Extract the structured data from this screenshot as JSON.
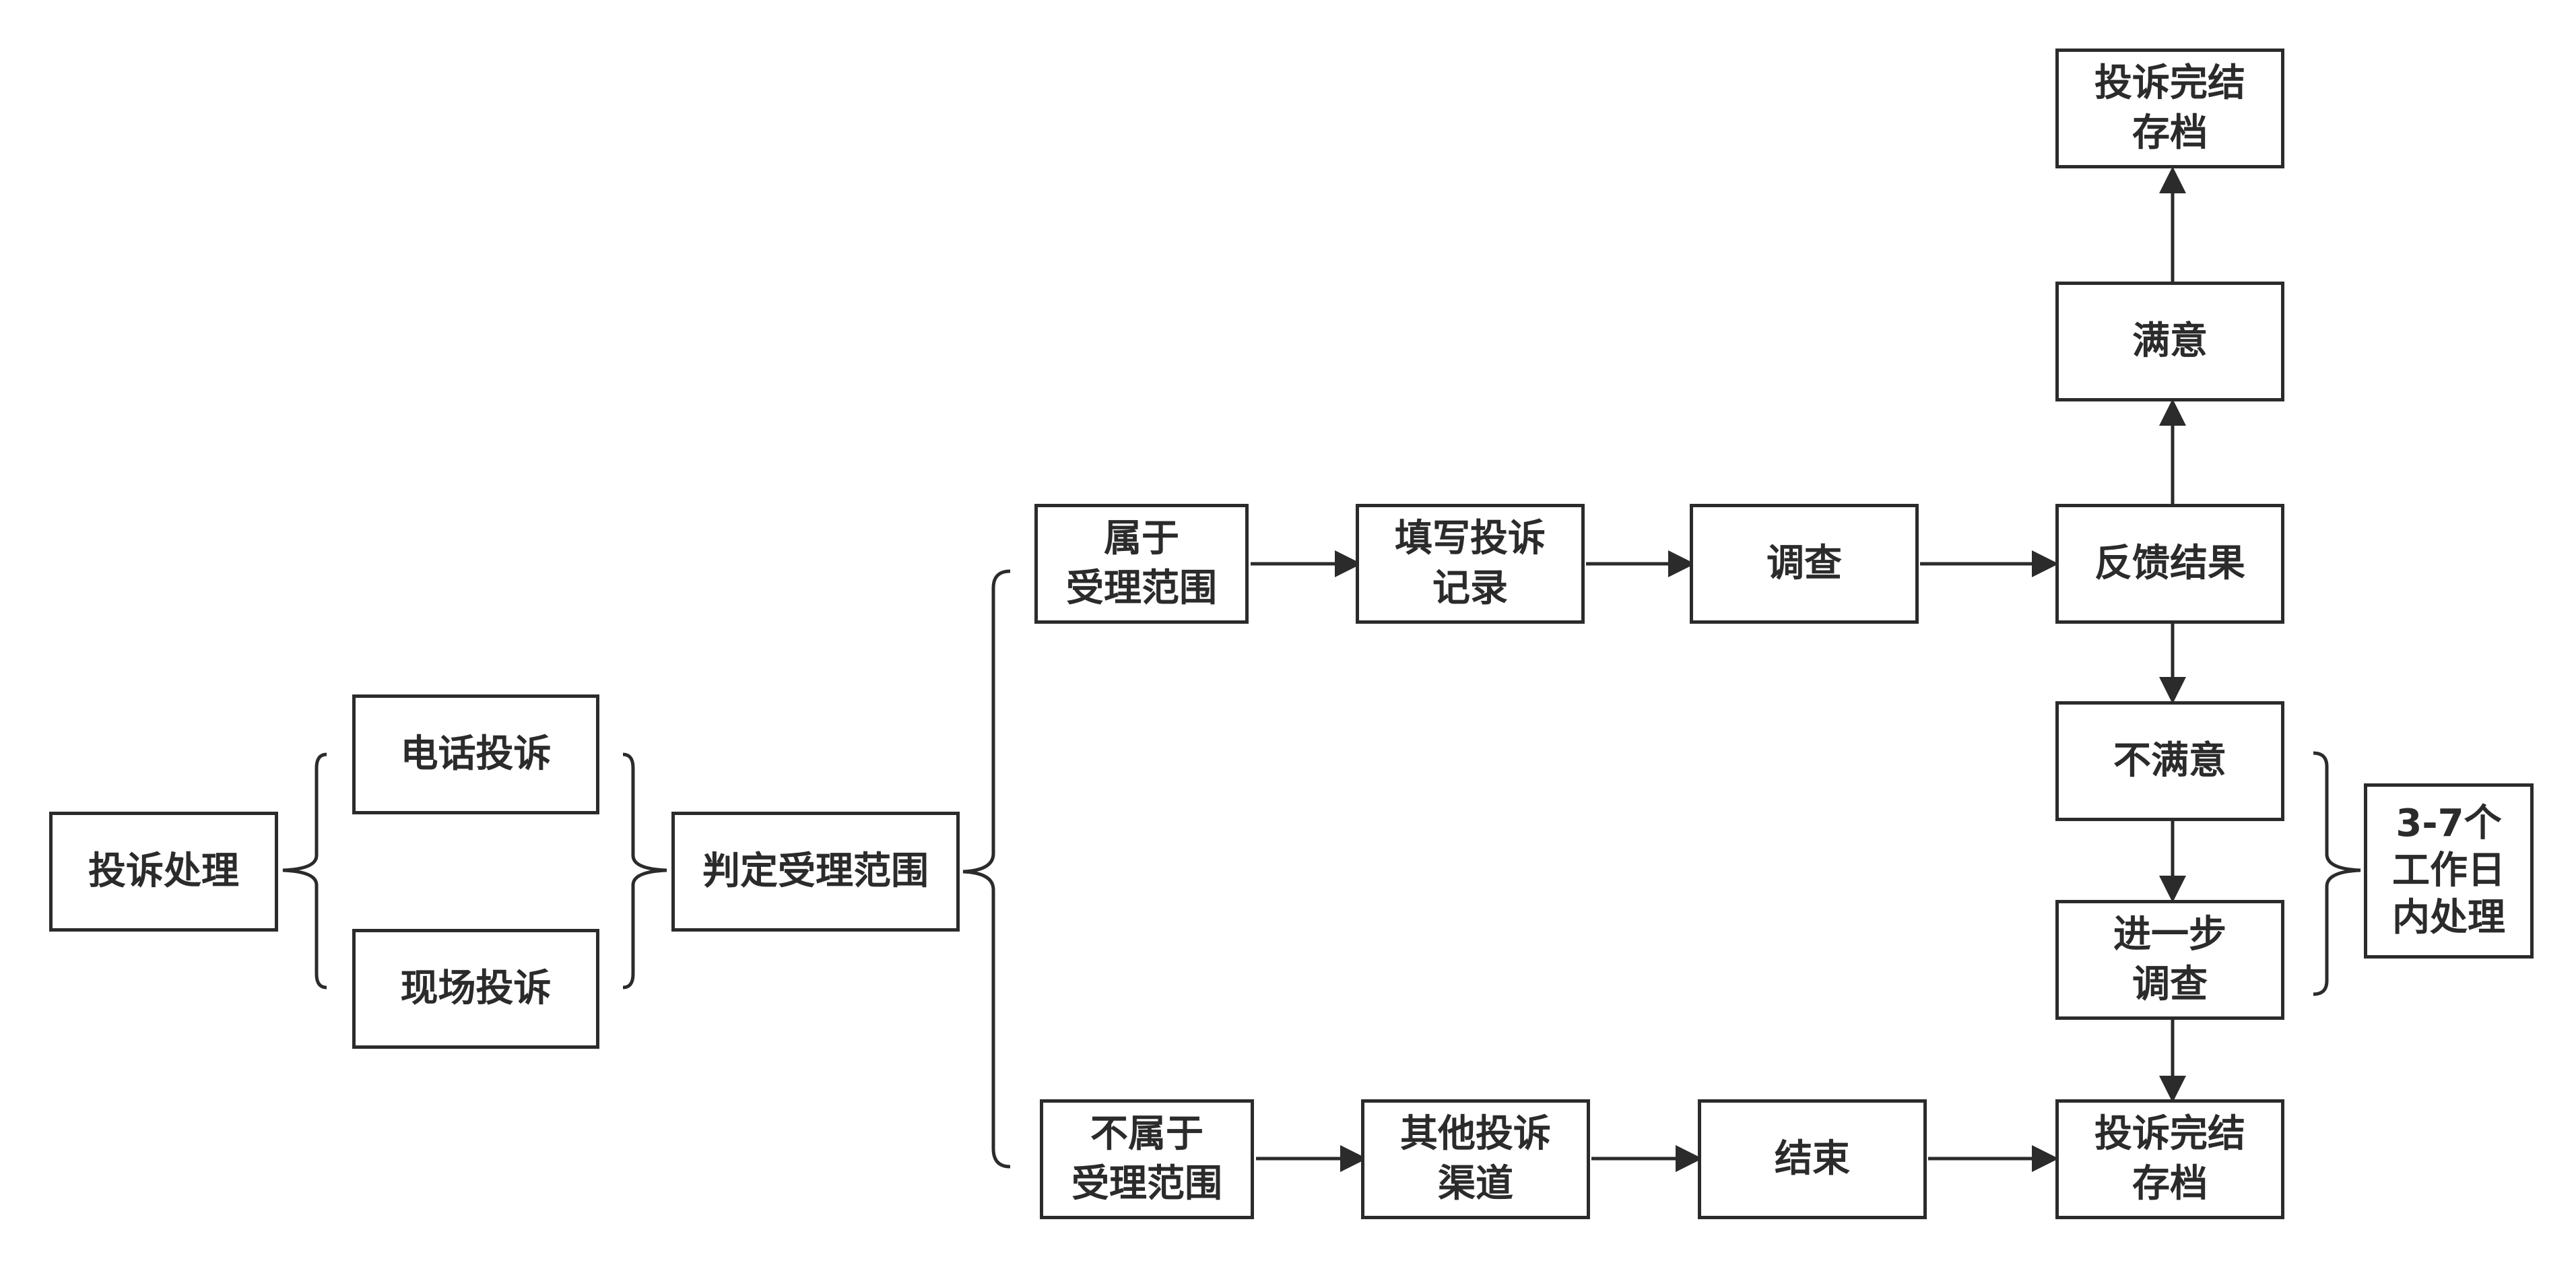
{
  "diagram": {
    "nodes": {
      "complaint_handling": "投诉处理",
      "phone_complaint": "电话投诉",
      "onsite_complaint": "现场投诉",
      "determine_scope": "判定受理范围",
      "in_scope": "属于\n受理范围",
      "out_of_scope": "不属于\n受理范围",
      "fill_record": "填写投诉\n记录",
      "other_channels": "其他投诉\n渠道",
      "investigate": "调查",
      "end": "结束",
      "feedback": "反馈结果",
      "satisfied": "满意",
      "archive_top": "投诉完结\n存档",
      "not_satisfied": "不满意",
      "further_investigate": "进一步\n调查",
      "archive_bottom": "投诉完结\n存档",
      "note_3_7_days": "3-7个\n工作日\n内处理"
    },
    "colors": {
      "stroke": "#2b2b2b",
      "fill": "#ffffff",
      "text": "#2b2b2b"
    }
  }
}
